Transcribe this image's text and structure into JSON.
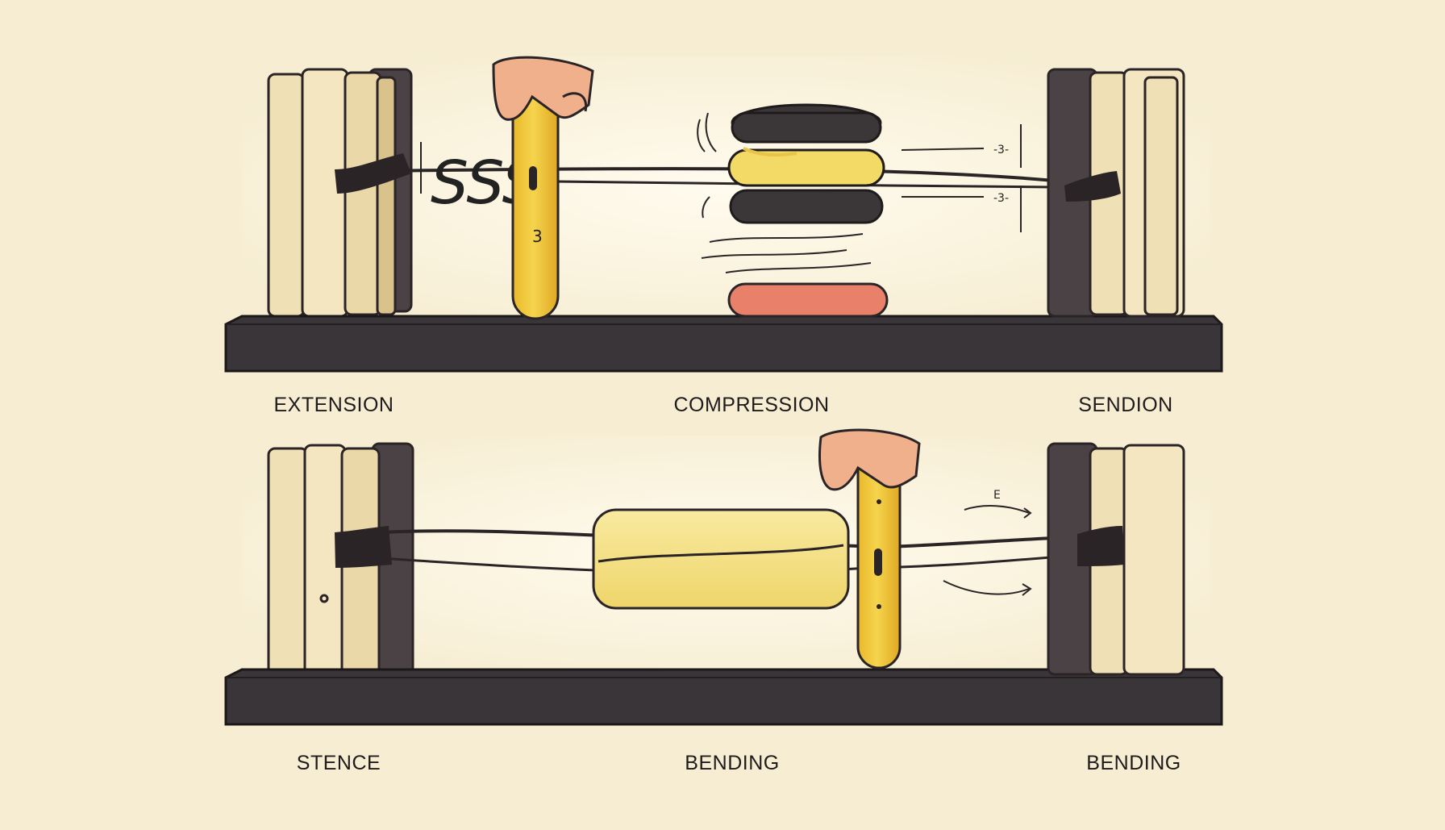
{
  "panels": [
    {
      "labels": [
        "EXTENSION",
        "COMPRESSION",
        "SENDION"
      ],
      "marks": {
        "squiggle": "SSS",
        "handle_number": "3",
        "arrow_text": [
          "-3-",
          "-3-"
        ]
      }
    },
    {
      "labels": [
        "STENCE",
        "BENDING",
        "BENDING"
      ],
      "marks": {
        "arrow_text": [
          "E"
        ]
      }
    }
  ],
  "colors": {
    "background": "#f6edd2",
    "panel_light": "#fdf8e7",
    "base": "#3a3538",
    "wood": "#efe0b6",
    "wood_edge": "#bfa878",
    "handle": "#f2c83a",
    "sponge": "#f3df7a",
    "disc_dark": "#3b3739",
    "disc_red": "#e8806a",
    "skin": "#f0b08c"
  }
}
